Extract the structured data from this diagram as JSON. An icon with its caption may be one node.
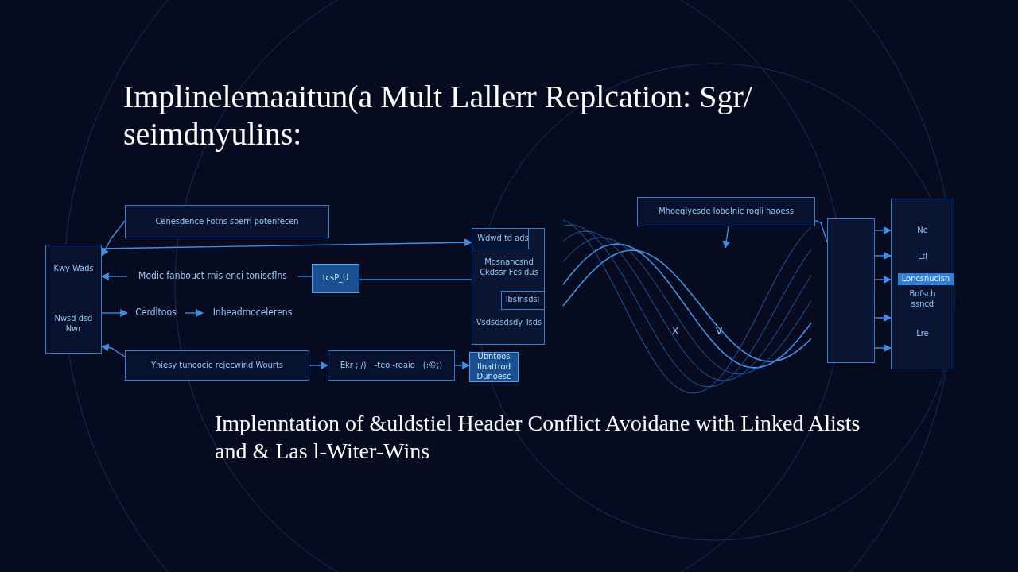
{
  "diagram": {
    "title": "Implinelemaaitun(a Mult Lallerr Replcation: Sgr/ seimdnyulins:",
    "caption": "Implenntation of &uldstiel Header Conflict Avoidane with Linked Alists and & Las l-Witer-Wins",
    "nodes": [
      {
        "text": [
          "Kwy Wads",
          "Nwsd dsd Nwr"
        ]
      },
      {
        "text": [
          "Cenesdence Fotns soern potenfecen"
        ]
      },
      {
        "text": [
          "Modic fanbouct rnis enci toniscflns"
        ]
      },
      {
        "text": [
          "tcsP_U"
        ]
      },
      {
        "text": [
          "Cerdltoos"
        ]
      },
      {
        "text": [
          "Inheadmocelerens"
        ]
      },
      {
        "text": [
          "Yhiesy tunoocic rejecwind Wourts"
        ]
      },
      {
        "text": [
          "Ekr ; /)",
          "-teo -reaio",
          "(:©;)"
        ]
      },
      {
        "text": [
          "Ubntoos Ilnattrod Dunoesc"
        ]
      },
      {
        "text": [
          "Mosnancsnd Ckdssr Fcs dus",
          "Vsdsdsdsdy Tsds"
        ]
      },
      {
        "text": [
          "Wdwd td ads"
        ],
        "in": 9
      },
      {
        "text": [
          "Ibsinsdsl"
        ],
        "in": 9
      },
      {
        "text": [
          "Mhoeqiyesde lobolnic rogli haoess"
        ]
      },
      {
        "text": [],
        "shape": "box"
      },
      {
        "text": [
          "Ne",
          "Ltl",
          "Loncsnucisn",
          "Bofsch ssncd",
          "Lre"
        ]
      }
    ],
    "edges": [
      {
        "from": 1,
        "to": 0,
        "arrow": "to"
      },
      {
        "from": 2,
        "to": 0,
        "arrow": "to"
      },
      {
        "from": 3,
        "to": 2,
        "arrow": "none"
      },
      {
        "from": 0,
        "to": 4,
        "arrow": "to"
      },
      {
        "from": 4,
        "to": 5,
        "arrow": "to"
      },
      {
        "from": 6,
        "to": 0,
        "arrow": "to"
      },
      {
        "from": 6,
        "to": 7,
        "arrow": "to"
      },
      {
        "from": 7,
        "to": 8,
        "arrow": "to"
      },
      {
        "from": 0,
        "to": 10,
        "arrow": "to"
      },
      {
        "from": 3,
        "to": 9,
        "arrow": "none"
      },
      {
        "from": 12,
        "to": null,
        "arrow": "to"
      },
      {
        "from": 12,
        "to": 13,
        "arrow": "none"
      },
      {
        "from": 13,
        "to": 14,
        "arrow": "to"
      },
      {
        "from": 13,
        "to": 14,
        "arrow": "to"
      },
      {
        "from": 13,
        "to": 14,
        "arrow": "to"
      },
      {
        "from": 13,
        "to": 14,
        "arrow": "to"
      },
      {
        "from": 13,
        "to": 14,
        "arrow": "to"
      }
    ],
    "labels": [
      "X",
      "V"
    ]
  }
}
